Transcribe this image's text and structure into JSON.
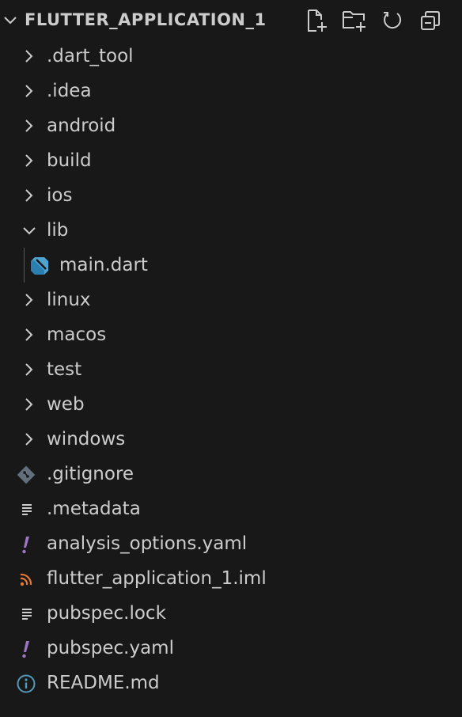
{
  "header": {
    "title": "FLUTTER_APPLICATION_1",
    "actions": [
      "new-file-icon",
      "new-folder-icon",
      "refresh-icon",
      "collapse-all-icon"
    ]
  },
  "colors": {
    "background": "#181818",
    "text": "#cccccc",
    "dart_icon": "#4fa3d1",
    "git_icon": "#61707c",
    "yaml_icon": "#a074c4",
    "rss_icon": "#e37933",
    "info_icon": "#519aba"
  },
  "tree": {
    "dart_tool": ".dart_tool",
    "idea": ".idea",
    "android": "android",
    "build": "build",
    "ios": "ios",
    "lib": "lib",
    "main_dart": "main.dart",
    "linux": "linux",
    "macos": "macos",
    "test": "test",
    "web": "web",
    "windows": "windows",
    "gitignore": ".gitignore",
    "metadata": ".metadata",
    "analysis_options": "analysis_options.yaml",
    "iml": "flutter_application_1.iml",
    "pubspec_lock": "pubspec.lock",
    "pubspec_yaml": "pubspec.yaml",
    "readme": "README.md"
  }
}
